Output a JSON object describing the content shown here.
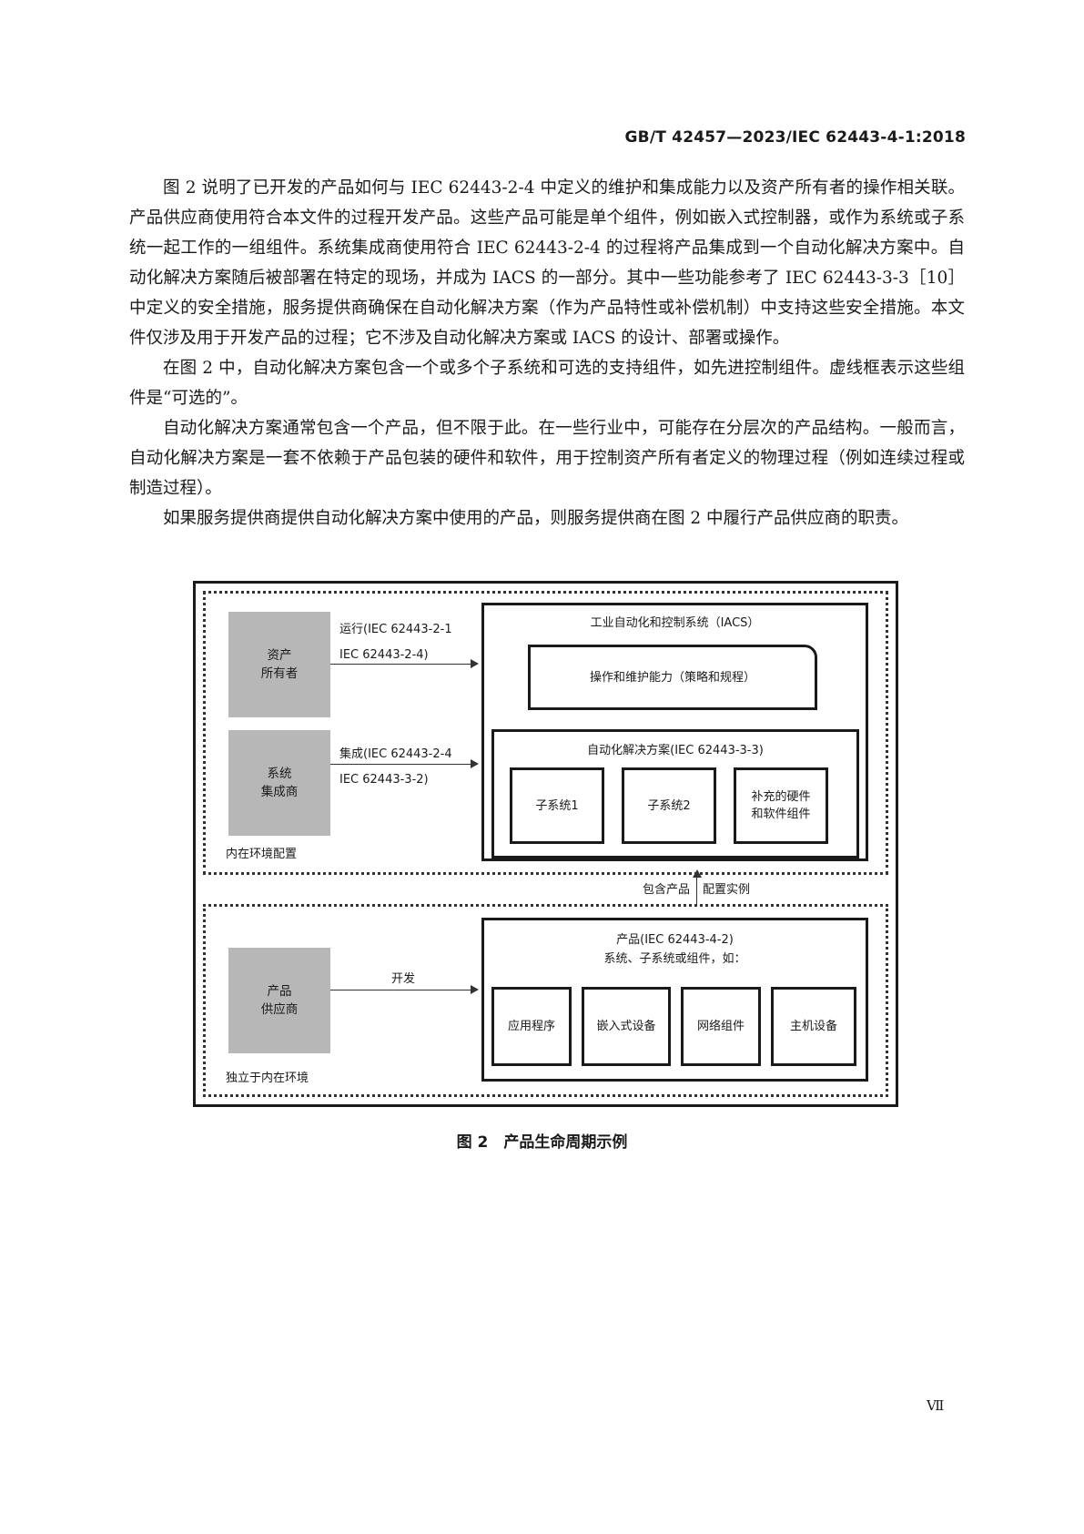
{
  "header": {
    "standard_number": "GB/T 42457—2023/IEC 62443-4-1:2018"
  },
  "paragraphs": [
    "图 2 说明了已开发的产品如何与 IEC 62443-2-4 中定义的维护和集成能力以及资产所有者的操作相关联。产品供应商使用符合本文件的过程开发产品。这些产品可能是单个组件，例如嵌入式控制器，或作为系统或子系统一起工作的一组组件。系统集成商使用符合 IEC 62443-2-4 的过程将产品集成到一个自动化解决方案中。自动化解决方案随后被部署在特定的现场，并成为 IACS 的一部分。其中一些功能参考了 IEC 62443-3-3［10］中定义的安全措施，服务提供商确保在自动化解决方案（作为产品特性或补偿机制）中支持这些安全措施。本文件仅涉及用于开发产品的过程；它不涉及自动化解决方案或 IACS 的设计、部署或操作。",
    "在图 2 中，自动化解决方案包含一个或多个子系统和可选的支持组件，如先进控制组件。虚线框表示这些组件是“可选的”。",
    "自动化解决方案通常包含一个产品，但不限于此。在一些行业中，可能存在分层次的产品结构。一般而言，自动化解决方案是一套不依赖于产品包装的硬件和软件，用于控制资产所有者定义的物理过程（例如连续过程或制造过程）。",
    "如果服务提供商提供自动化解决方案中使用的产品，则服务提供商在图 2 中履行产品供应商的职责。"
  ],
  "figure": {
    "top_region_label": "内在环境配置",
    "bottom_region_label": "独立于内在环境",
    "asset_owner": "资产\n所有者",
    "asset_owner_arrow_line1": "运行(IEC  62443-2-1",
    "asset_owner_arrow_line2": "IEC  62443-2-4)",
    "system_integrator": "系统\n集成商",
    "integrator_arrow_line1": "集成(IEC  62443-2-4",
    "integrator_arrow_line2": "IEC  62443-3-2)",
    "iacs_title": "工业自动化和控制系统（IACS）",
    "ops_capability": "操作和维护能力（策略和规程）",
    "solution_title": "自动化解决方案(IEC  62443-3-3)",
    "subsystem1": "子系统1",
    "subsystem2": "子系统2",
    "supplementary": "补充的硬件\n和软件组件",
    "link_left": "包含产品",
    "link_right": "配置实例",
    "product_supplier": "产品\n供应商",
    "develop_label": "开发",
    "product_title": "产品(IEC  62443-4-2)",
    "product_subtitle": "系统、子系统或组件，如：",
    "components": [
      "应用程序",
      "嵌入式设备",
      "网络组件",
      "主机设备"
    ]
  },
  "caption": "图 2　产品生命周期示例",
  "page_number": "Ⅶ"
}
